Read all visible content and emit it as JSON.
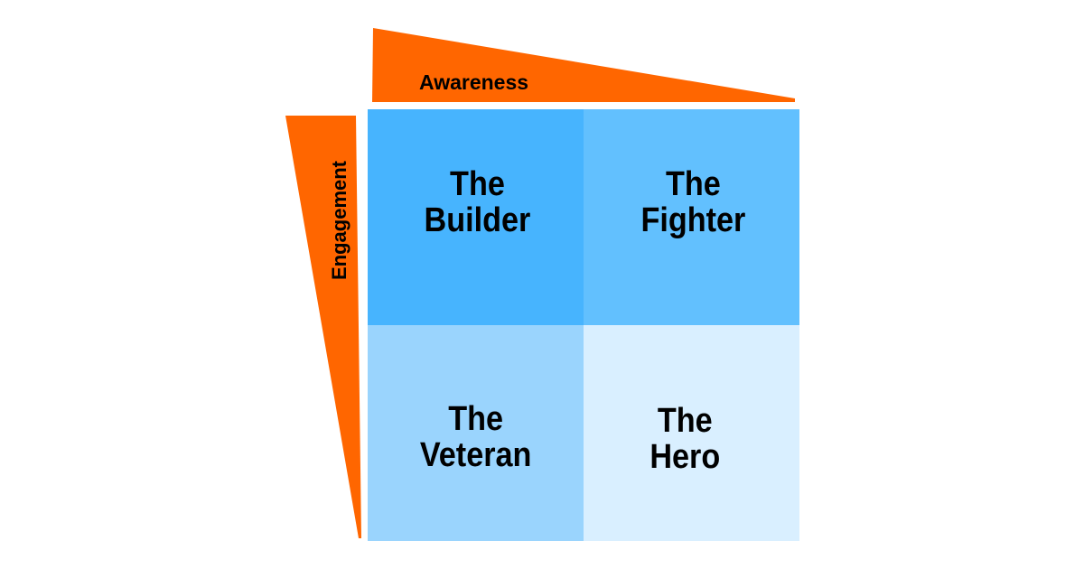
{
  "axes": {
    "top": {
      "label": "Awareness"
    },
    "left": {
      "label": "Engagement"
    }
  },
  "colors": {
    "wedge": "#ff6600",
    "builder": "#47b4fe",
    "fighter": "#62c0fe",
    "veteran": "#9ad4fd",
    "hero": "#d9efff"
  },
  "quadrants": {
    "builder": {
      "line1": "The",
      "line2": "Builder"
    },
    "fighter": {
      "line1": "The",
      "line2": "Fighter"
    },
    "veteran": {
      "line1": "The",
      "line2": "Veteran"
    },
    "hero": {
      "line1": "The",
      "line2": "Hero"
    }
  }
}
